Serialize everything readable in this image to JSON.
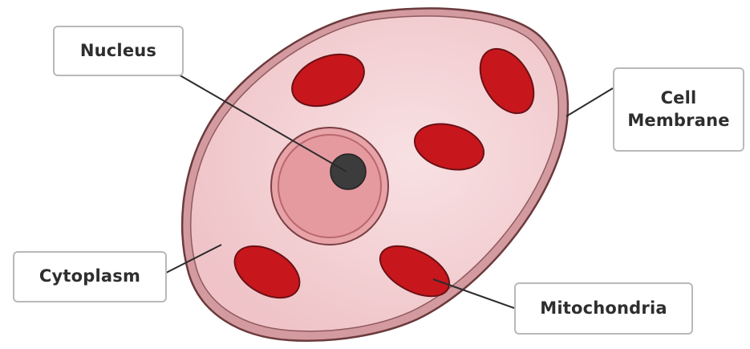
{
  "labels": {
    "nucleus": "Nucleus",
    "cell_membrane_line1": "Cell",
    "cell_membrane_line2": "Membrane",
    "cytoplasm": "Cytoplasm",
    "mitochondria": "Mitochondria"
  },
  "colors": {
    "membrane_outer": "#c98c91",
    "cytoplasm_fill": "#f2cfd2",
    "cytoplasm_center": "#f7dfe1",
    "nucleus_outer": "#e9a8ad",
    "nucleus_inner": "#e59aa0",
    "nucleolus": "#3c3c3c",
    "mitochondria": "#c8161d",
    "outline": "#6b3a3d",
    "leader_line": "#2b2b2b",
    "label_border": "#b9b9b9"
  }
}
